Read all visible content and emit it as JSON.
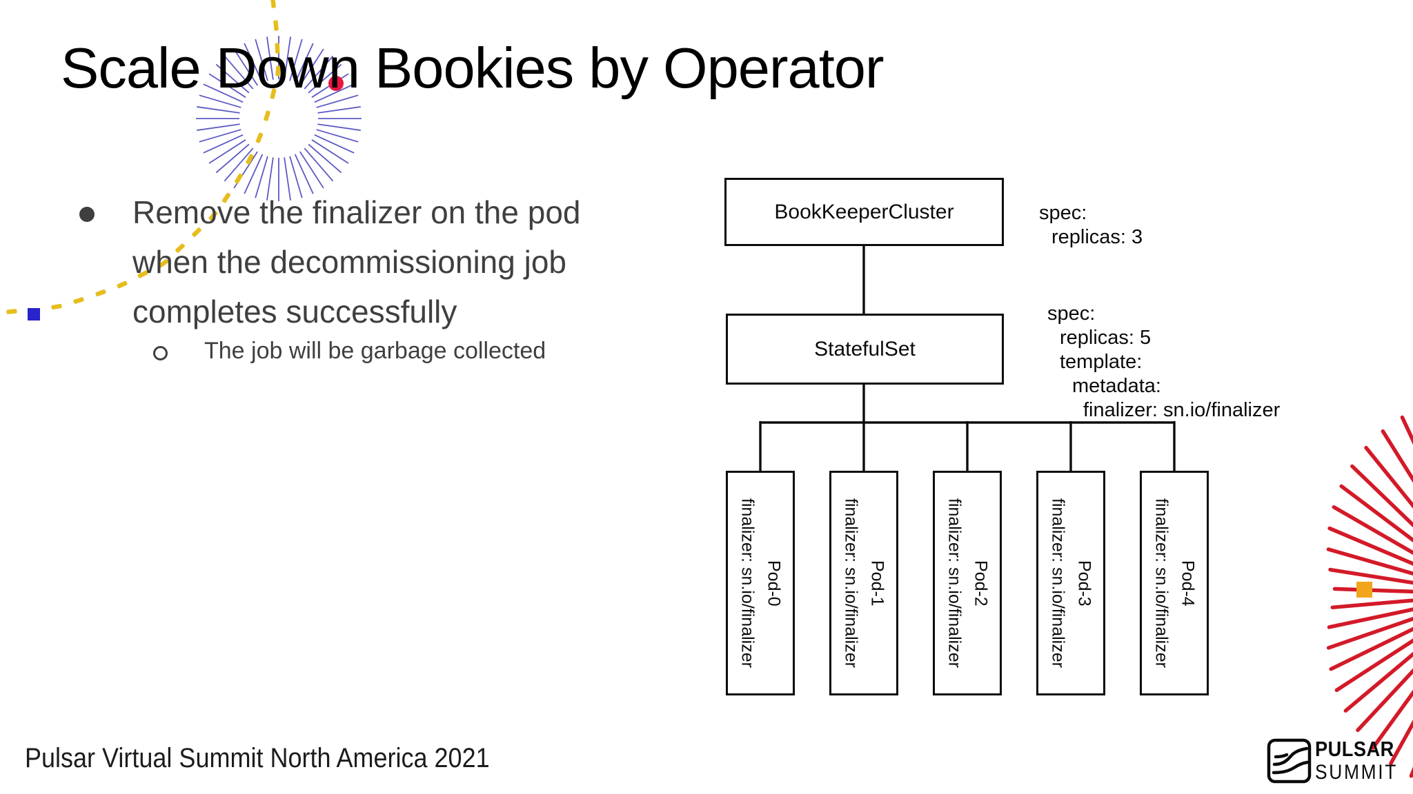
{
  "slide": {
    "title": "Scale Down Bookies by Operator",
    "bullet": "Remove the finalizer on the pod when the decommissioning job completes successfully",
    "sub_bullet": "The job will be garbage collected",
    "footer": "Pulsar Virtual Summit North America 2021"
  },
  "diagram": {
    "nodes": {
      "root": "BookKeeperCluster",
      "middle": "StatefulSet"
    },
    "spec_root": {
      "lines": [
        "spec:",
        "replicas: 3"
      ]
    },
    "spec_middle": {
      "lines": [
        "spec:",
        "replicas: 5",
        "template:",
        "metadata:",
        "finalizer: sn.io/finalizer"
      ]
    },
    "pods": [
      {
        "name": "Pod-0",
        "finalizer": "finalizer: sn.io/finalizer"
      },
      {
        "name": "Pod-1",
        "finalizer": "finalizer: sn.io/finalizer"
      },
      {
        "name": "Pod-2",
        "finalizer": "finalizer: sn.io/finalizer"
      },
      {
        "name": "Pod-3",
        "finalizer": "finalizer: sn.io/finalizer"
      },
      {
        "name": "Pod-4",
        "finalizer": "finalizer: sn.io/finalizer"
      }
    ]
  },
  "logo": {
    "line1": "PULSAR",
    "line2": "SUMMIT"
  },
  "colors": {
    "starburst_blue": "#5c59c4",
    "starburst_red": "#d31a28",
    "dash_yellow": "#e6bd1d",
    "square_blue": "#2823cb",
    "square_orange": "#f0a51c",
    "dot_red": "#ec1540",
    "body_text_gray": "#3f3f3f",
    "line_black": "#0b0b0b"
  }
}
